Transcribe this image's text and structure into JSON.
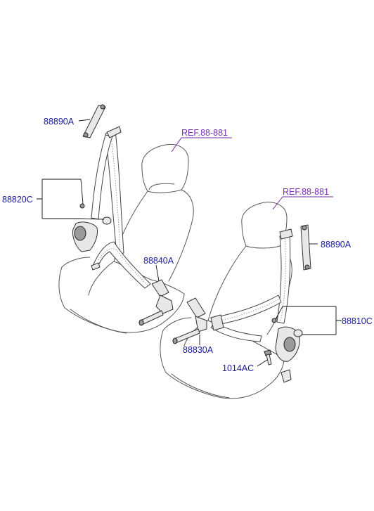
{
  "labels": {
    "retractor_anchor_left": "88890A",
    "bolt_cap_left": "88820C",
    "buckle_left": "88840A",
    "buckle_right": "88830A",
    "retractor_anchor_right": "88890A",
    "bolt_cap_right": "88810C",
    "bolt": "1014AC"
  },
  "refs": {
    "seat_left": "REF.88-881",
    "seat_right": "REF.88-881"
  },
  "colors": {
    "part_label": "#1a1aa0",
    "ref_label": "#7a2fb0",
    "line_art": "#444444"
  }
}
